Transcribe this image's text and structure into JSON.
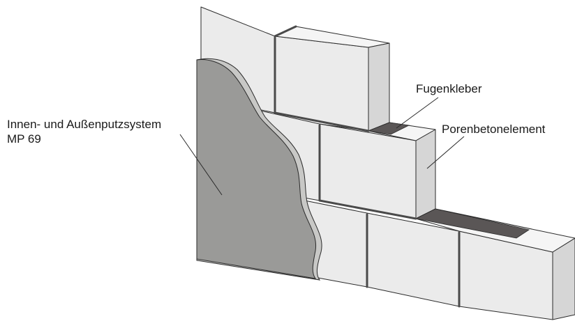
{
  "labels": {
    "plaster_line1": "Innen- und Außenputzsystem",
    "plaster_line2": "MP 69",
    "joint_adhesive": "Fugenkleber",
    "aerated_concrete": "Porenbetonelement"
  },
  "colors": {
    "block_front": "#ebebeb",
    "block_top": "#f5f5f5",
    "block_side": "#d6d6d6",
    "joint": "#4a4a4a",
    "adhesive": "#5a5656",
    "plaster": "#9a9a98",
    "plaster_edge": "#c8c8c6",
    "outline": "#2a2a2a"
  }
}
